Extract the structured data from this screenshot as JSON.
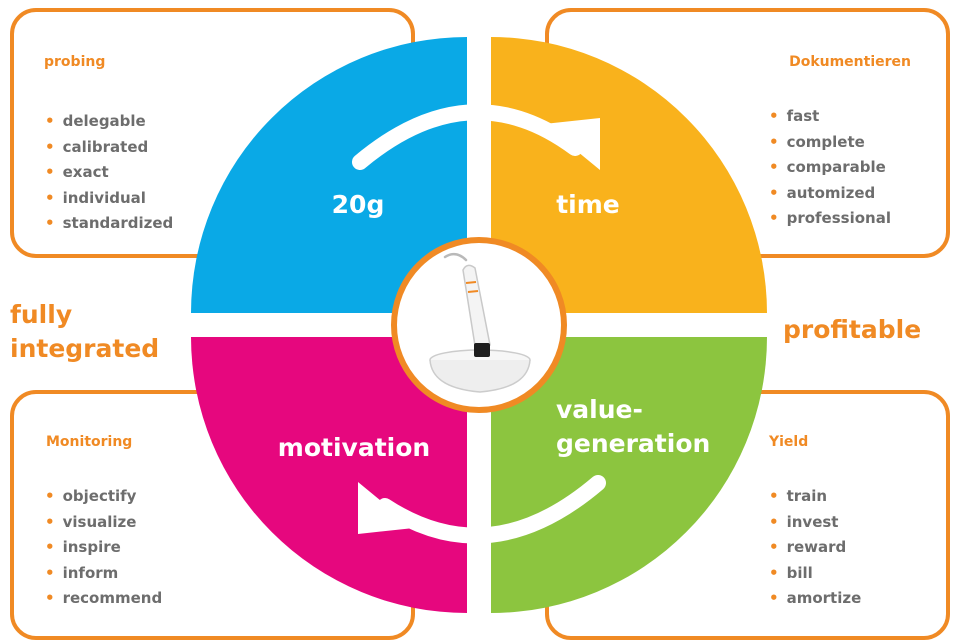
{
  "cards": {
    "top_left": {
      "title": "probing",
      "items": [
        "delegable",
        "calibrated",
        "exact",
        "individual",
        "standardized"
      ]
    },
    "top_right": {
      "title": "Dokumentieren",
      "items": [
        "fast",
        "complete",
        "comparable",
        "automized",
        "professional"
      ]
    },
    "bottom_left": {
      "title": "Monitoring",
      "items": [
        "objectify",
        "visualize",
        "inspire",
        "inform",
        "recommend"
      ]
    },
    "bottom_right": {
      "title": "Yield",
      "items": [
        "train",
        "invest",
        "reward",
        "bill",
        "amortize"
      ]
    }
  },
  "side_labels": {
    "left_line1": "fully",
    "left_line2": "integrated",
    "right": "profitable"
  },
  "quadrants": {
    "top_left": "20g",
    "top_right": "time",
    "bottom_left": "motivation",
    "bottom_right_line1": "value-",
    "bottom_right_line2": "generation"
  },
  "colors": {
    "accent_orange": "#f08a24",
    "blue": "#0aa9e6",
    "yellow": "#f9b21c",
    "magenta": "#e6077e",
    "green": "#8cc53f",
    "bullet_text": "#6d6d6d"
  },
  "center_image": "dental-probe-device"
}
